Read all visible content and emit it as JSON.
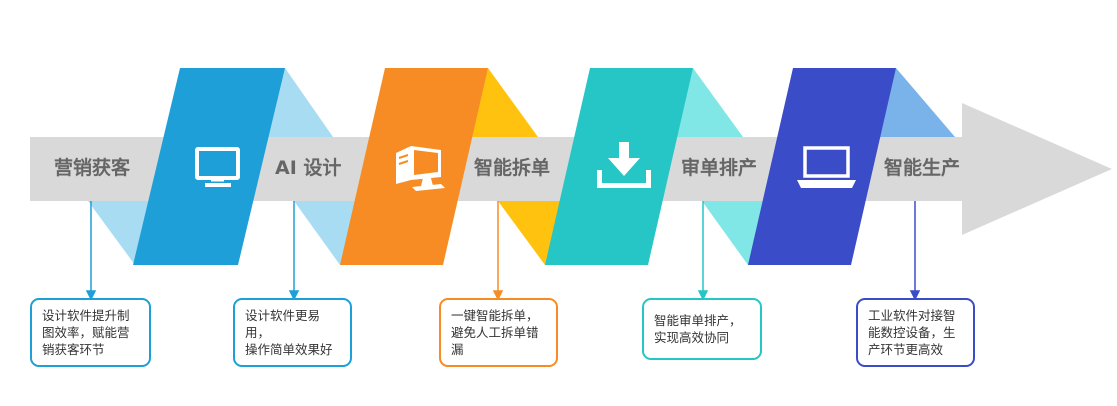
{
  "stages": [
    {
      "label": "营销获客",
      "icon": "monitor-icon",
      "description": "设计软件提升制\n图效率，赋能营\n销获客环节",
      "color": "#1e9fd7",
      "light": "#a8dcf3"
    },
    {
      "label": "AI 设计",
      "icon": "desktop-computer-icon",
      "description": "设计软件更易用，\n操作简单效果好",
      "color": "#f68c23",
      "light": "#ffc20e"
    },
    {
      "label": "智能拆单",
      "icon": "download-icon",
      "description": "一键智能拆单，\n避免人工拆单错\n漏",
      "color": "#26c6c6",
      "light": "#80e6e6"
    },
    {
      "label": "审单排产",
      "icon": "laptop-icon",
      "description": "智能审单排产，\n实现高效协同",
      "color": "#3a4cc8",
      "light": "#7ab2ea"
    },
    {
      "label": "智能生产",
      "icon": "",
      "description": "工业软件对接智\n能数控设备，生\n产环节更高效",
      "color": "#3a4cc8",
      "light": ""
    }
  ],
  "colors": {
    "arrow": "#d9d9d9",
    "label": "#666666",
    "text": "#333333"
  }
}
